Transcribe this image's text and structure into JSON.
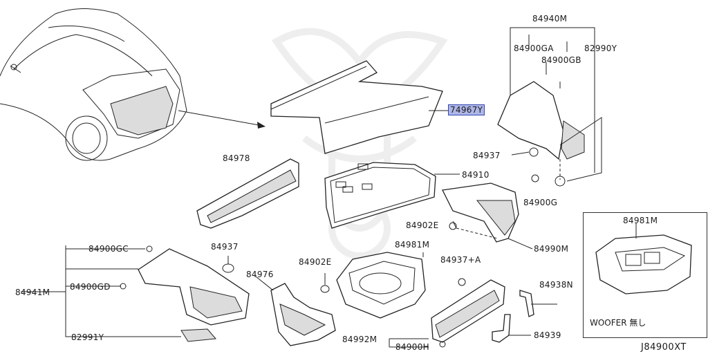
{
  "parts": {
    "p84940M": "84940M",
    "p84900GA": "84900GA",
    "p84900GB": "84900GB",
    "p82990Y": "82990Y",
    "p74967Y": "74967Y",
    "p84937_right": "84937",
    "p84978": "84978",
    "p84910": "84910",
    "p84900G": "84900G",
    "p84902E_upper": "84902E",
    "p84990M": "84990M",
    "p84981M_center": "84981M",
    "p84900GC": "84900GC",
    "p84937_left": "84937",
    "p84941M": "84941M",
    "p84900GD": "84900GD",
    "p84976": "84976",
    "p84902E_lower": "84902E",
    "p84937A": "84937+A",
    "p84938N": "84938N",
    "p82991Y": "82991Y",
    "p84992M": "84992M",
    "p84900H": "84900H",
    "p84939": "84939"
  },
  "inset": {
    "part": "84981M",
    "note": "WOOFER 無し"
  },
  "drawing_id": "J84900XT",
  "highlight_color": "#aeb6e8"
}
